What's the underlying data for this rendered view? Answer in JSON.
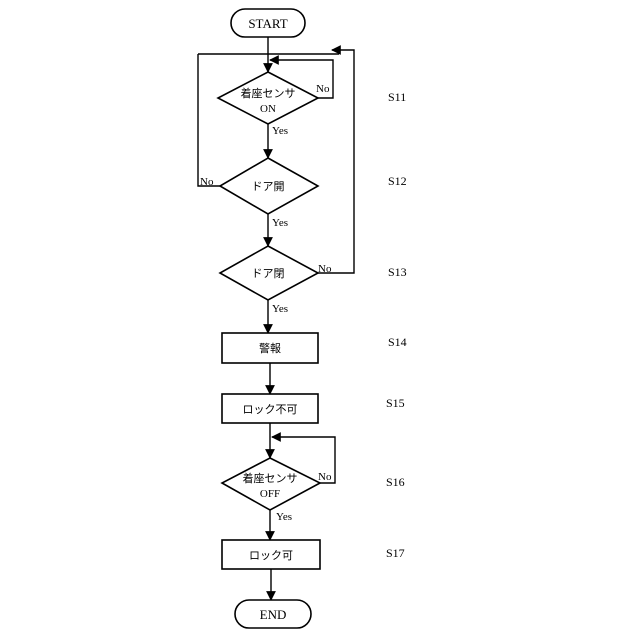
{
  "terminals": {
    "start": "START",
    "end": "END"
  },
  "steps": [
    {
      "id": "S11",
      "label": "S11",
      "line1": "着座センサ",
      "line2": "ON",
      "yes": "Yes",
      "no": "No"
    },
    {
      "id": "S12",
      "label": "S12",
      "line1": "ドア開",
      "yes": "Yes",
      "no": "No"
    },
    {
      "id": "S13",
      "label": "S13",
      "line1": "ドア閉",
      "yes": "Yes",
      "no": "No"
    },
    {
      "id": "S14",
      "label": "S14",
      "text": "警報"
    },
    {
      "id": "S15",
      "label": "S15",
      "text": "ロック不可"
    },
    {
      "id": "S16",
      "label": "S16",
      "line1": "着座センサ",
      "line2": "OFF",
      "yes": "Yes",
      "no": "No"
    },
    {
      "id": "S17",
      "label": "S17",
      "text": "ロック可"
    }
  ],
  "colors": {
    "stroke": "#000000",
    "fill": "#ffffff",
    "background": "#ffffff"
  }
}
